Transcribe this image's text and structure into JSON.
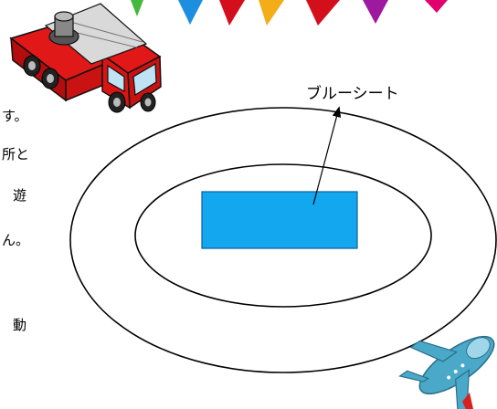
{
  "colors": {
    "background": "#ffffff",
    "blue_sheet_fill": "#12a7ee",
    "blue_sheet_stroke": "#0b5ea0",
    "flag_colors": [
      "#42b93c",
      "#1e8fdf",
      "#d40f1c",
      "#f3ad19",
      "#d40f1c",
      "#9d1aa0",
      "#e0006e"
    ],
    "truck_red": "#e01818",
    "plane_blue": "#4aa8c8",
    "plane_accent": "#d82020"
  },
  "text_fragments": [
    "す。",
    "所と",
    "遊",
    "ん。",
    "動"
  ],
  "diagram": {
    "callout_label": "ブルーシート"
  },
  "illustrations": {
    "bunting": "bunting-flags",
    "fire_truck": "fire-truck-icon",
    "airplane": "airplane-icon"
  }
}
